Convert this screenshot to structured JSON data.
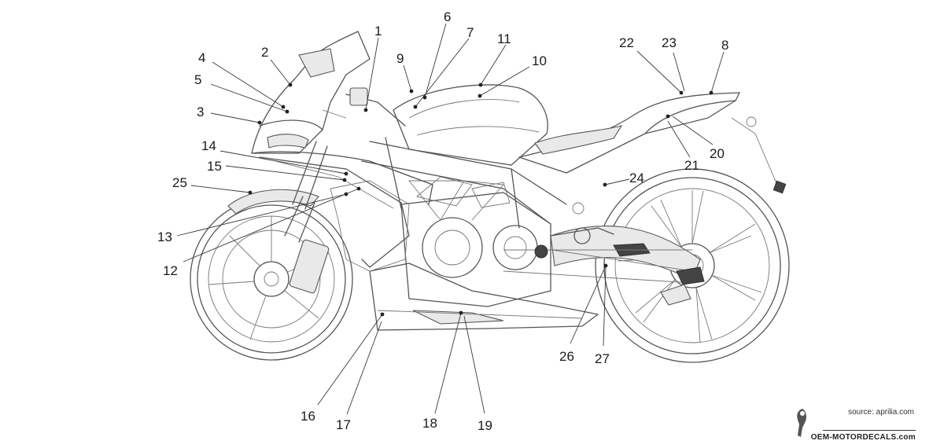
{
  "labels": [
    {
      "text": "1"
    },
    {
      "text": "2"
    },
    {
      "text": "3"
    },
    {
      "text": "4"
    },
    {
      "text": "5"
    },
    {
      "text": "6"
    },
    {
      "text": "7"
    },
    {
      "text": "8"
    },
    {
      "text": "9"
    },
    {
      "text": "10"
    },
    {
      "text": "11"
    },
    {
      "text": "12"
    },
    {
      "text": "13"
    },
    {
      "text": "14"
    },
    {
      "text": "15"
    },
    {
      "text": "16"
    },
    {
      "text": "17"
    },
    {
      "text": "18"
    },
    {
      "text": "19"
    },
    {
      "text": "20"
    },
    {
      "text": "21"
    },
    {
      "text": "22"
    },
    {
      "text": "23"
    },
    {
      "text": "24"
    },
    {
      "text": "25"
    },
    {
      "text": "26"
    },
    {
      "text": "27"
    }
  ],
  "source": {
    "credit": "source: aprilia.com",
    "brand": "OEM-MOTORDECALS.com"
  },
  "colors": {
    "line": "#3a3a3a",
    "background": "#ffffff"
  }
}
